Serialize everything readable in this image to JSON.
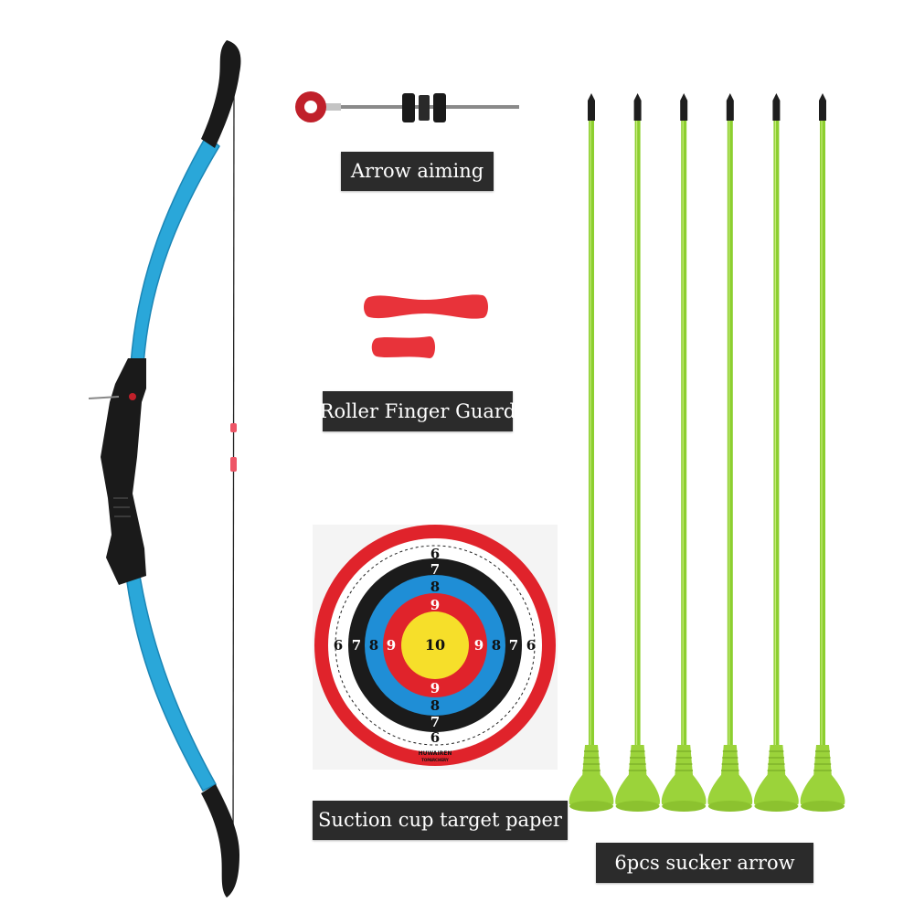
{
  "labels": {
    "arrow_aiming": "Arrow aiming",
    "roller_finger_guard": "Roller Finger Guard",
    "suction_cup_target_paper": "Suction cup target paper",
    "sucker_arrows": "6pcs sucker arrow"
  },
  "target": {
    "ring_scores": [
      "6",
      "7",
      "8",
      "9",
      "10"
    ],
    "brand": "HUWAIREN",
    "brand_sub": "TOPARCHERY"
  },
  "arrows": {
    "count": 6
  },
  "colors": {
    "bow_limb": "#2aa7d9",
    "bow_grip": "#1a1a1a",
    "arrow_shaft": "#8ccf2f",
    "suction_cup": "#9bd33a",
    "finger_guard": "#e8333a",
    "target_red": "#e0232b",
    "target_blue": "#1f8ed6",
    "target_yellow": "#f6df2a",
    "label_bg": "#2b2b2b",
    "label_text": "#ffffff"
  }
}
